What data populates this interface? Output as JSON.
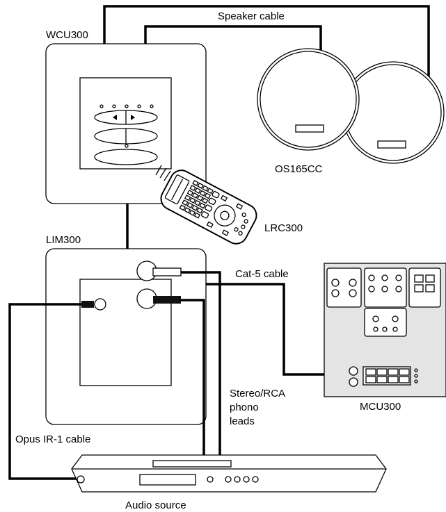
{
  "labels": {
    "wcu": "WCU300",
    "speaker_cable": "Speaker cable",
    "speakers": "OS165CC",
    "remote": "LRC300",
    "lim": "LIM300",
    "cat5": "Cat-5 cable",
    "mcu": "MCU300",
    "rca_1": "Stereo/RCA",
    "rca_2": "phono",
    "rca_3": "leads",
    "ir_cable": "Opus IR-1 cable",
    "audio_source": "Audio source"
  }
}
